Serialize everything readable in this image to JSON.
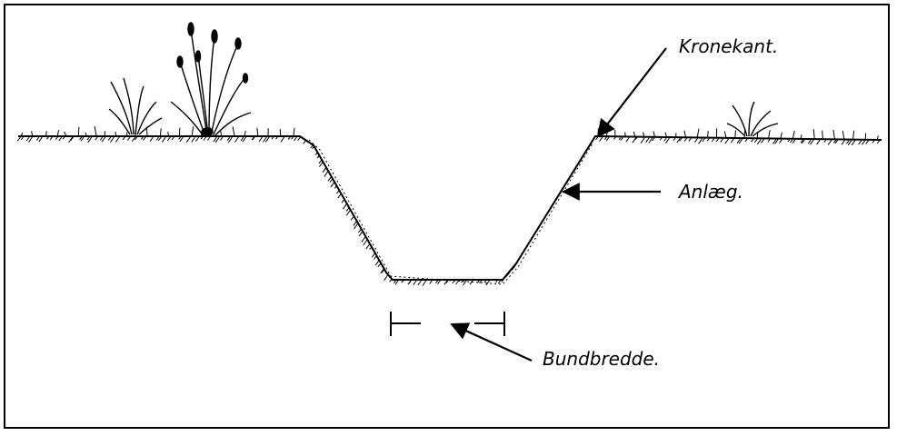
{
  "labels": {
    "crown_edge": "Kronekant.",
    "slope": "Anlæg.",
    "bottom_width": "Bundbredde."
  },
  "colors": {
    "ink": "#000000",
    "paper": "#ffffff"
  }
}
